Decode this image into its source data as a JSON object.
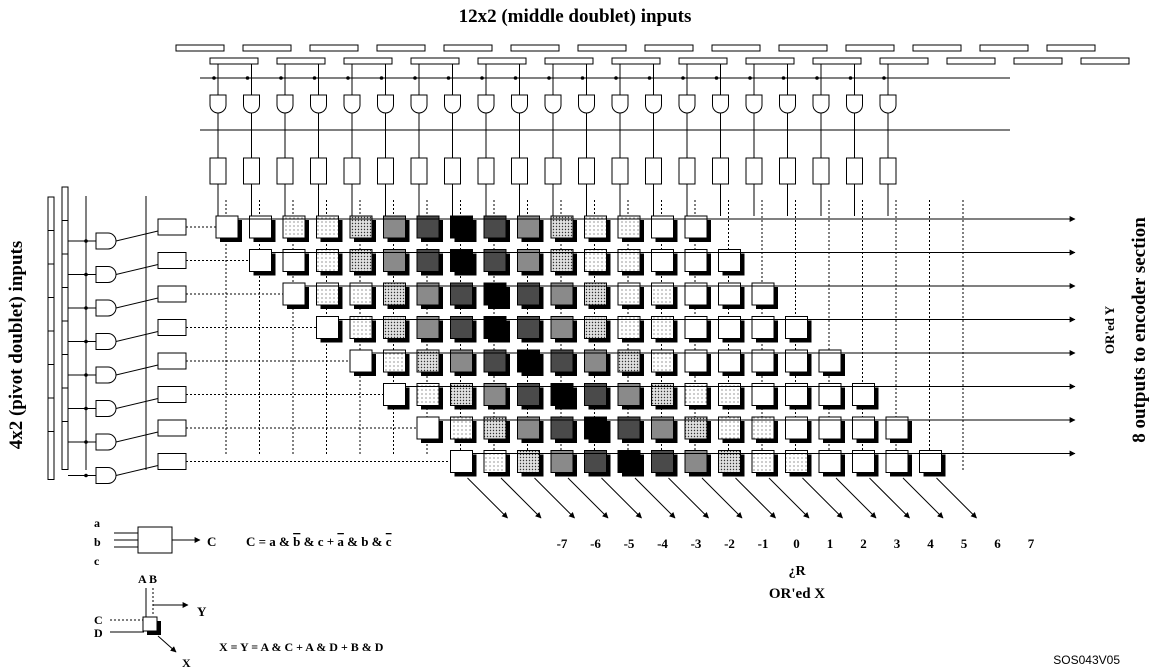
{
  "title_top": "12x2 (middle doublet)  inputs",
  "title_left": "4x2 (pivot doublet) inputs",
  "title_right": "8 outputs to encoder section",
  "label_ored_y": "OR'ed Y",
  "label_ored_x": "OR'ed X",
  "label_dr": "¿R",
  "x_labels": [
    "-7",
    "-6",
    "-5",
    "-4",
    "-3",
    "-2",
    "-1",
    "0",
    "1",
    "2",
    "3",
    "4",
    "5",
    "6",
    "7"
  ],
  "legend_gate": {
    "inputs": [
      "a",
      "b",
      "c"
    ],
    "output": "C",
    "equation_parts": [
      "C = a & ",
      "b",
      " & c + ",
      "a",
      " & b & ",
      "c"
    ]
  },
  "legend_cell": {
    "inputs_top": "A B",
    "inputs_left": [
      "C",
      "D"
    ],
    "output_y": "Y",
    "output_x": "X",
    "equation": "X = Y = A & C + A & D + B & D"
  },
  "figure_id": "SOS043V05",
  "cell_fill_levels": [
    [
      0,
      0,
      1,
      1,
      2,
      3,
      4,
      5,
      4,
      3,
      2,
      1,
      1,
      0,
      0
    ],
    [
      0,
      0,
      1,
      2,
      3,
      4,
      5,
      4,
      3,
      2,
      1,
      1,
      0,
      0,
      0
    ],
    [
      0,
      1,
      1,
      2,
      3,
      4,
      5,
      4,
      3,
      2,
      1,
      1,
      0,
      0,
      0
    ],
    [
      0,
      1,
      2,
      3,
      4,
      5,
      4,
      3,
      2,
      1,
      1,
      0,
      0,
      0,
      0
    ],
    [
      0,
      1,
      2,
      3,
      4,
      5,
      4,
      3,
      2,
      1,
      0,
      0,
      0,
      0,
      0
    ],
    [
      0,
      1,
      2,
      3,
      4,
      5,
      4,
      3,
      2,
      1,
      1,
      0,
      0,
      0,
      0
    ],
    [
      0,
      1,
      2,
      3,
      4,
      5,
      4,
      3,
      2,
      1,
      1,
      0,
      0,
      0,
      0
    ],
    [
      0,
      1,
      2,
      3,
      4,
      5,
      4,
      3,
      2,
      1,
      1,
      0,
      0,
      0,
      0
    ]
  ],
  "colors": {
    "line": "#000000",
    "level_0": "#ffffff",
    "level_1": "#e6e6e6",
    "level_2": "#bcbcbc",
    "level_3": "#8a8a8a",
    "level_4": "#4a4a4a",
    "level_5": "#000000"
  }
}
